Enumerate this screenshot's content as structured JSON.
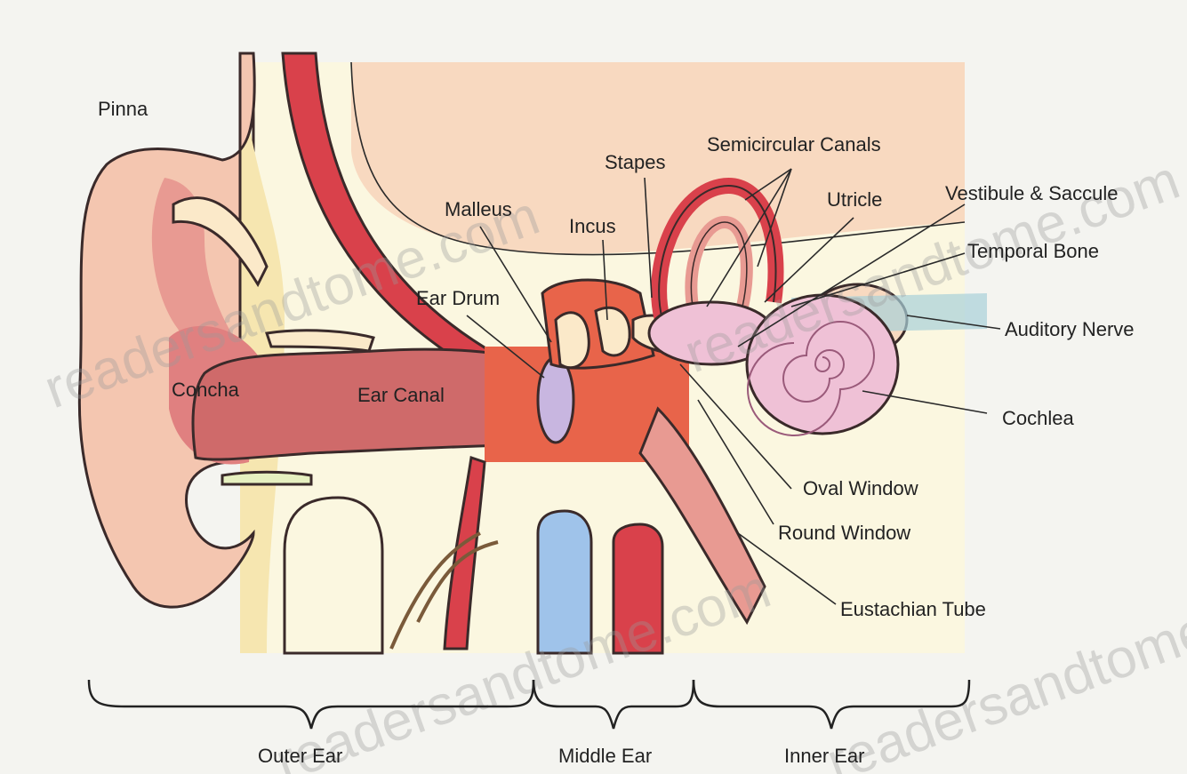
{
  "labels": {
    "pinna": "Pinna",
    "concha": "Concha",
    "ear_canal": "Ear Canal",
    "ear_drum": "Ear Drum",
    "malleus": "Malleus",
    "incus": "Incus",
    "stapes": "Stapes",
    "semicircular_canals": "Semicircular Canals",
    "utricle": "Utricle",
    "vestibule_saccule": "Vestibule & Saccule",
    "temporal_bone": "Temporal Bone",
    "auditory_nerve": "Auditory Nerve",
    "cochlea": "Cochlea",
    "oval_window": "Oval Window",
    "round_window": "Round Window",
    "eustachian_tube": "Eustachian Tube"
  },
  "sections": {
    "outer": "Outer Ear",
    "middle": "Middle Ear",
    "inner": "Inner Ear"
  },
  "watermark": "readersandtome.com",
  "colors": {
    "background": "#f4f4f0",
    "skin": "#f4c6b0",
    "tissue": "#e89a92",
    "bone": "#fbe9c9",
    "cream": "#fbf7e0",
    "artery": "#d9414b",
    "vein": "#9fc3ea",
    "cochlea": "#efc1d6",
    "ossicles": "#e8644a",
    "canal": "#cf6a6a",
    "outline": "#3a2a2a"
  }
}
